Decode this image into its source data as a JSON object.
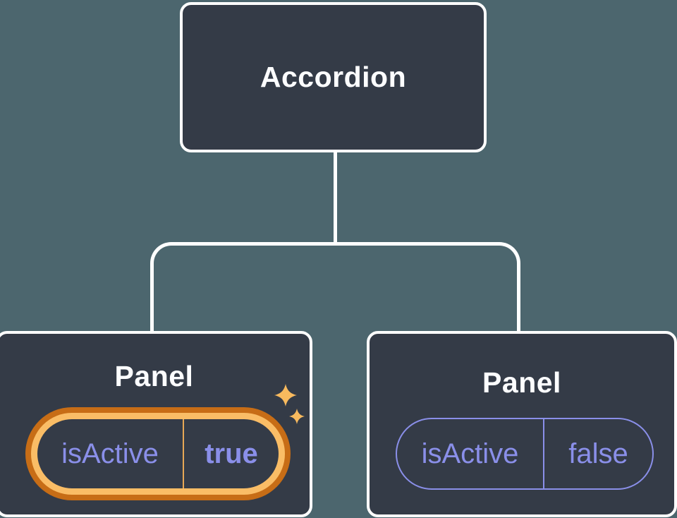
{
  "diagram": {
    "title_hint": "component tree: Accordion owning two Panel children",
    "root": {
      "label": "Accordion"
    },
    "children": [
      {
        "label": "Panel",
        "prop": {
          "name": "isActive",
          "value": "true"
        },
        "highlighted": true
      },
      {
        "label": "Panel",
        "prop": {
          "name": "isActive",
          "value": "false"
        },
        "highlighted": false
      }
    ],
    "icons": {
      "highlight": "sparkles-icon"
    },
    "colors": {
      "background": "#4C666E",
      "node_fill": "#343B47",
      "node_border": "#FFFFFF",
      "connector": "#FFFFFF",
      "title_text": "#FCFDFF",
      "prop_text": "#8A8FE9",
      "pill_border": "#8A8FE9",
      "highlight_ring_outer": "#C76D16",
      "highlight_ring_inner": "#FABD66",
      "highlight_divider": "#E7A855",
      "sparkle": "#F8BA5E"
    }
  }
}
